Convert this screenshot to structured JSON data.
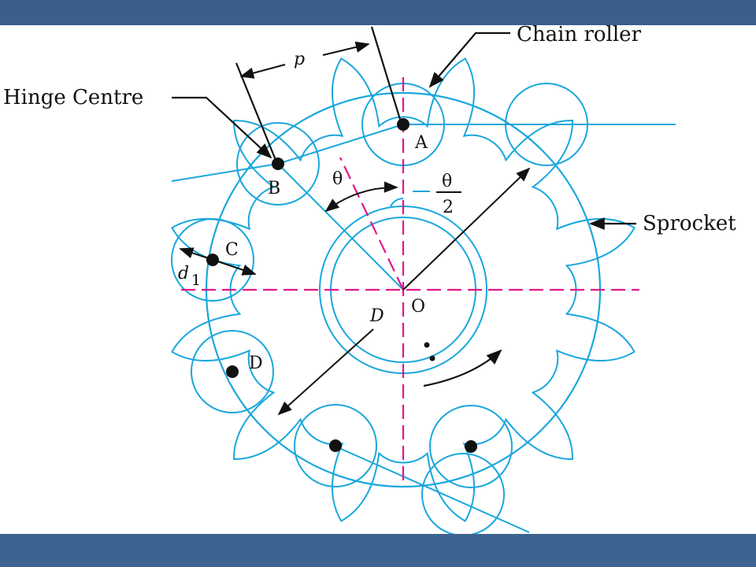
{
  "diagram": {
    "labels": {
      "chain_roller": "Chain roller",
      "hinge_centre": "Hinge Centre",
      "sprocket": "Sprocket",
      "pitch": "p",
      "point_a": "A",
      "point_b": "B",
      "point_c": "C",
      "point_d": "D",
      "roller_diameter": "d",
      "roller_diameter_sub": "1",
      "theta": "θ",
      "half_theta_num": "θ",
      "half_theta_den": "2",
      "pitch_diameter": "D",
      "centre": "O"
    },
    "colors": {
      "outline": "#1aa7dc",
      "centre_lines": "#e0168c",
      "annotation": "#111111",
      "band": "#3a5f8a"
    }
  }
}
